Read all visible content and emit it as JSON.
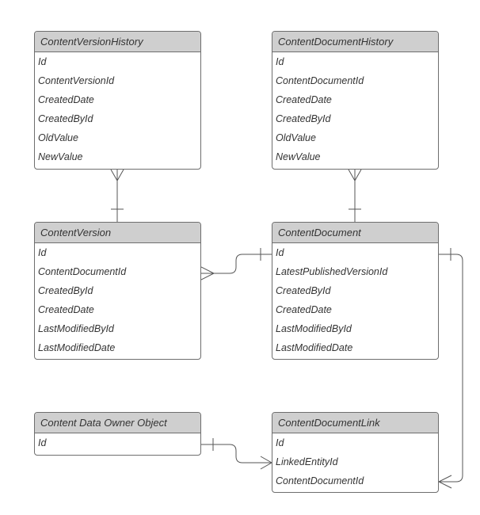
{
  "entities": {
    "content_version_history": {
      "title": "ContentVersionHistory",
      "fields": [
        "Id",
        "ContentVersionId",
        "CreatedDate",
        "CreatedById",
        "OldValue",
        "NewValue"
      ]
    },
    "content_document_history": {
      "title": "ContentDocumentHistory",
      "fields": [
        "Id",
        "ContentDocumentId",
        "CreatedDate",
        "CreatedById",
        "OldValue",
        "NewValue"
      ]
    },
    "content_version": {
      "title": "ContentVersion",
      "fields": [
        "Id",
        "ContentDocumentId",
        "CreatedById",
        "CreatedDate",
        "LastModifiedById",
        "LastModifiedDate"
      ]
    },
    "content_document": {
      "title": "ContentDocument",
      "fields": [
        "Id",
        "LatestPublishedVersionId",
        "CreatedById",
        "CreatedDate",
        "LastModifiedById",
        "LastModifiedDate"
      ]
    },
    "content_data_owner_object": {
      "title": "Content Data Owner Object",
      "fields": [
        "Id"
      ]
    },
    "content_document_link": {
      "title": "ContentDocumentLink",
      "fields": [
        "Id",
        "LinkedEntityId",
        "ContentDocumentId"
      ]
    }
  },
  "colors": {
    "border": "#6e6e6e",
    "header_fill": "#cfcfcf",
    "text": "#333333",
    "connector": "#555555"
  }
}
